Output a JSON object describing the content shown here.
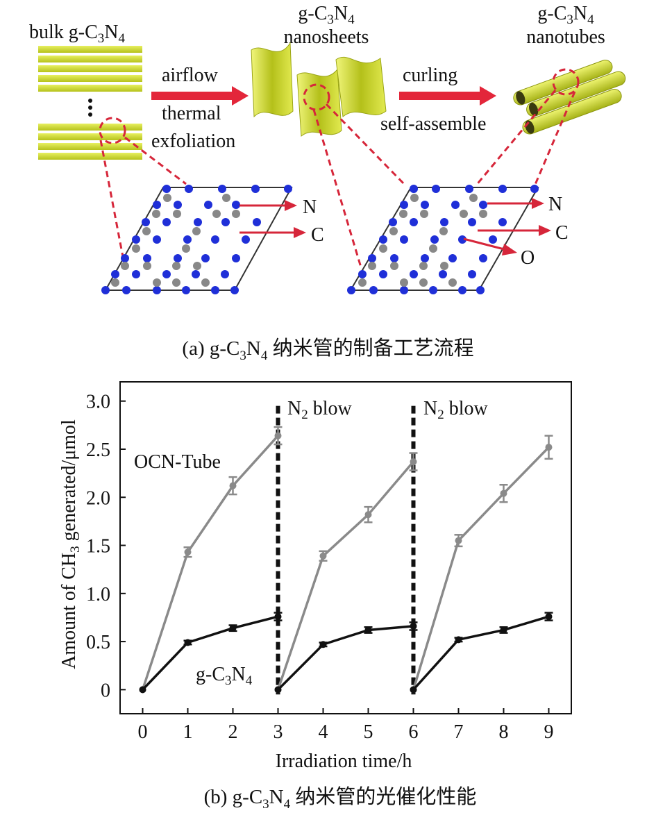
{
  "panel_a": {
    "bulk": {
      "prefix": "bulk g-C",
      "sub1": "3",
      "mid": "N",
      "sub2": "4"
    },
    "sheets_formula": {
      "prefix": "g-C",
      "sub1": "3",
      "mid": "N",
      "sub2": "4"
    },
    "sheets_word": "nanosheets",
    "tubes_formula": {
      "prefix": "g-C",
      "sub1": "3",
      "mid": "N",
      "sub2": "4"
    },
    "tubes_word": "nanotubes",
    "step1": [
      "airflow",
      "thermal",
      "exfoliation"
    ],
    "step2": [
      "curling",
      "self-assemble"
    ],
    "atom_n": "N",
    "atom_c": "C",
    "atom_o": "O",
    "caption": {
      "pre": "(a) g-C",
      "sub1": "3",
      "mid": "N",
      "sub2": "4",
      "post": " 纳米管的制备工艺流程"
    }
  },
  "panel_b": {
    "caption": {
      "pre": "(b) g-C",
      "sub1": "3",
      "mid": "N",
      "sub2": "4",
      "post": " 纳米管的光催化性能"
    },
    "ylabel": {
      "pre": "Amount of CH",
      "sub": "3",
      "post": " generated/μmol"
    },
    "xlabel": "Irradiation time/h",
    "series_label_1": "OCN-Tube",
    "series_label_2": {
      "pre": "g-C",
      "sub1": "3",
      "mid": "N",
      "sub2": "4"
    },
    "marker_labels": [
      {
        "pre": "N",
        "sub": "2",
        "post": " blow"
      },
      {
        "pre": "N",
        "sub": "2",
        "post": " blow"
      }
    ]
  },
  "chart_data": {
    "type": "line",
    "xlabel": "Irradiation time/h",
    "ylabel": "Amount of CH3 generated/μmol",
    "xlim": [
      -0.5,
      9.5
    ],
    "ylim": [
      -0.25,
      3.2
    ],
    "xticks": [
      0,
      1,
      2,
      3,
      4,
      5,
      6,
      7,
      8,
      9
    ],
    "yticks": [
      0,
      0.5,
      1.0,
      1.5,
      2.0,
      2.5,
      3.0
    ],
    "ytick_labels": [
      "0",
      "0.5",
      "1.0",
      "1.5",
      "2.0",
      "2.5",
      "3.0"
    ],
    "grid": false,
    "vertical_markers": [
      {
        "x": 3,
        "label": "N2 blow"
      },
      {
        "x": 6,
        "label": "N2 blow"
      }
    ],
    "series": [
      {
        "name": "OCN-Tube",
        "color": "#8a8a8a",
        "segments": [
          {
            "x": [
              0,
              1,
              2,
              3
            ],
            "y": [
              0,
              1.43,
              2.12,
              2.64
            ],
            "err": [
              0,
              0.05,
              0.09,
              0.09
            ]
          },
          {
            "x": [
              3,
              4,
              5,
              6
            ],
            "y": [
              0,
              1.39,
              1.82,
              2.37
            ],
            "err": [
              0,
              0.05,
              0.08,
              0.09
            ]
          },
          {
            "x": [
              6,
              7,
              8,
              9
            ],
            "y": [
              0,
              1.55,
              2.04,
              2.52
            ],
            "err": [
              0,
              0.06,
              0.09,
              0.12
            ]
          }
        ]
      },
      {
        "name": "g-C3N4",
        "color": "#111111",
        "segments": [
          {
            "x": [
              0,
              1,
              2,
              3
            ],
            "y": [
              0,
              0.49,
              0.64,
              0.76
            ],
            "err": [
              0,
              0.02,
              0.03,
              0.04
            ]
          },
          {
            "x": [
              3,
              4,
              5,
              6
            ],
            "y": [
              0,
              0.47,
              0.62,
              0.66
            ],
            "err": [
              0,
              0.02,
              0.03,
              0.04
            ]
          },
          {
            "x": [
              6,
              7,
              8,
              9
            ],
            "y": [
              0,
              0.52,
              0.62,
              0.76
            ],
            "err": [
              0,
              0.02,
              0.03,
              0.04
            ]
          }
        ]
      }
    ]
  }
}
